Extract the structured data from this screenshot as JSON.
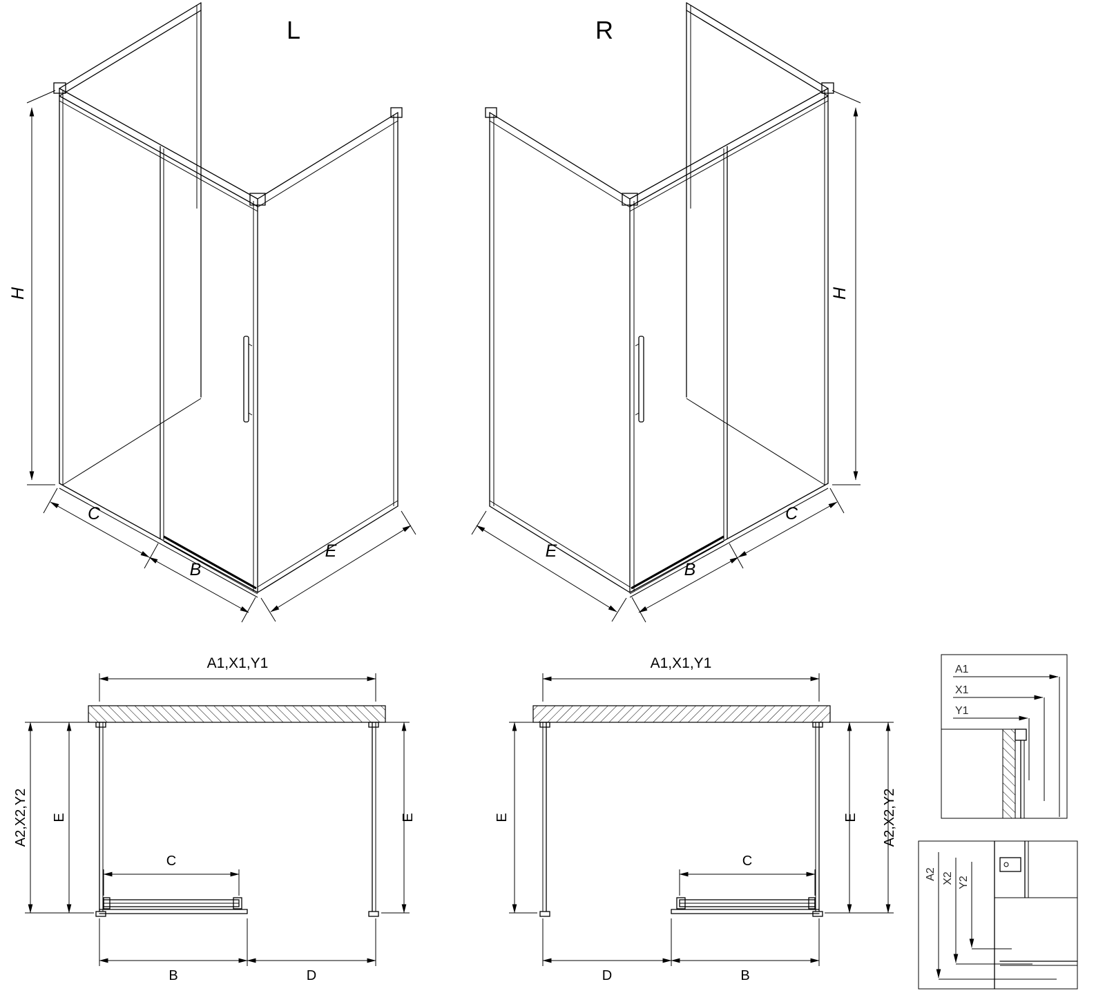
{
  "diagram": {
    "background": "#ffffff",
    "line_color": "#000000",
    "iso_left": {
      "variant_label": "L",
      "dim_h": "H",
      "dim_c": "C",
      "dim_b": "B",
      "dim_e": "E"
    },
    "iso_right": {
      "variant_label": "R",
      "dim_h": "H",
      "dim_c": "C",
      "dim_b": "B",
      "dim_e": "E"
    },
    "plan_left": {
      "dim_top": "A1,X1,Y1",
      "dim_side": "A2,X2,Y2",
      "dim_e_left": "E",
      "dim_e_right": "E",
      "dim_c": "C",
      "dim_b": "B",
      "dim_d": "D"
    },
    "plan_right": {
      "dim_top": "A1,X1,Y1",
      "dim_side": "A2,X2,Y2",
      "dim_e_left": "E",
      "dim_e_right": "E",
      "dim_c": "C",
      "dim_b": "B",
      "dim_d": "D"
    },
    "detail_top": {
      "dim_a1": "A1",
      "dim_x1": "X1",
      "dim_y1": "Y1"
    },
    "detail_bottom": {
      "dim_a2": "A2",
      "dim_x2": "X2",
      "dim_y2": "Y2"
    }
  }
}
